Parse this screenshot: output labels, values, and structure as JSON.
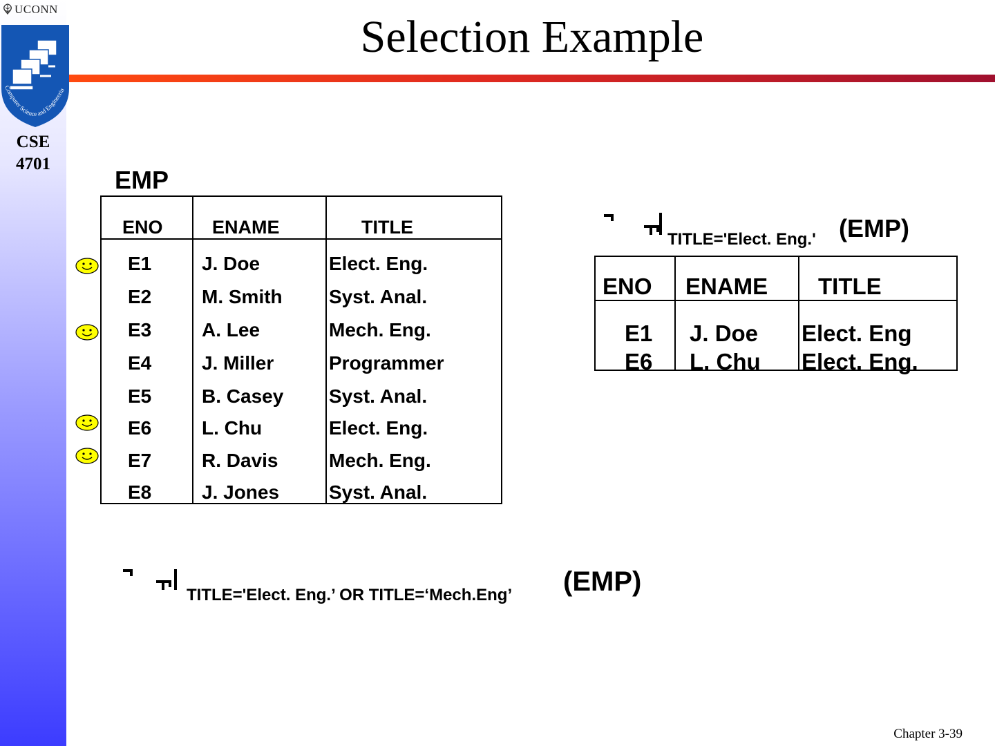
{
  "slide": {
    "title": "Selection Example",
    "logo_text": "UCONN",
    "shield_text": "Computer Science and Engineering",
    "course": [
      "CSE",
      "4701"
    ],
    "footer": "Chapter 3-39"
  },
  "emp": {
    "label": "EMP",
    "headers": [
      "ENO",
      "ENAME",
      "TITLE"
    ],
    "rows": [
      [
        "E1",
        "J. Doe",
        "Elect. Eng."
      ],
      [
        "E2",
        "M. Smith",
        "Syst. Anal."
      ],
      [
        "E3",
        "A. Lee",
        "Mech. Eng."
      ],
      [
        "E4",
        "J. Miller",
        "Programmer"
      ],
      [
        "E5",
        "B. Casey",
        "Syst. Anal."
      ],
      [
        "E6",
        "L. Chu",
        "Elect. Eng."
      ],
      [
        "E7",
        "R. Davis",
        "Mech. Eng."
      ],
      [
        "E8",
        "J. Jones",
        "Syst. Anal."
      ]
    ],
    "smiley_rows": [
      "E1",
      "E3",
      "E6",
      "E7"
    ],
    "smiley_icon": "smiley-face-icon"
  },
  "selection1": {
    "operator_icon": "sigma-icon",
    "subscript": "TITLE='Elect. Eng.'",
    "relation": "(EMP)"
  },
  "result": {
    "headers": [
      "ENO",
      "ENAME",
      "TITLE"
    ],
    "rows": [
      [
        "E1",
        "J. Doe",
        "Elect. Eng"
      ],
      [
        "E6",
        "L. Chu",
        "Elect. Eng."
      ]
    ]
  },
  "selection2": {
    "operator_icon": "sigma-icon",
    "subscript": "TITLE='Elect. Eng.’ OR TITLE=‘Mech.Eng’",
    "relation": "(EMP)"
  },
  "colors": {
    "rule_start": "#ff4a10",
    "rule_end": "#a0102e",
    "sidebar_bottom": "#3c3cff",
    "smiley_fill": "#ffff00"
  }
}
